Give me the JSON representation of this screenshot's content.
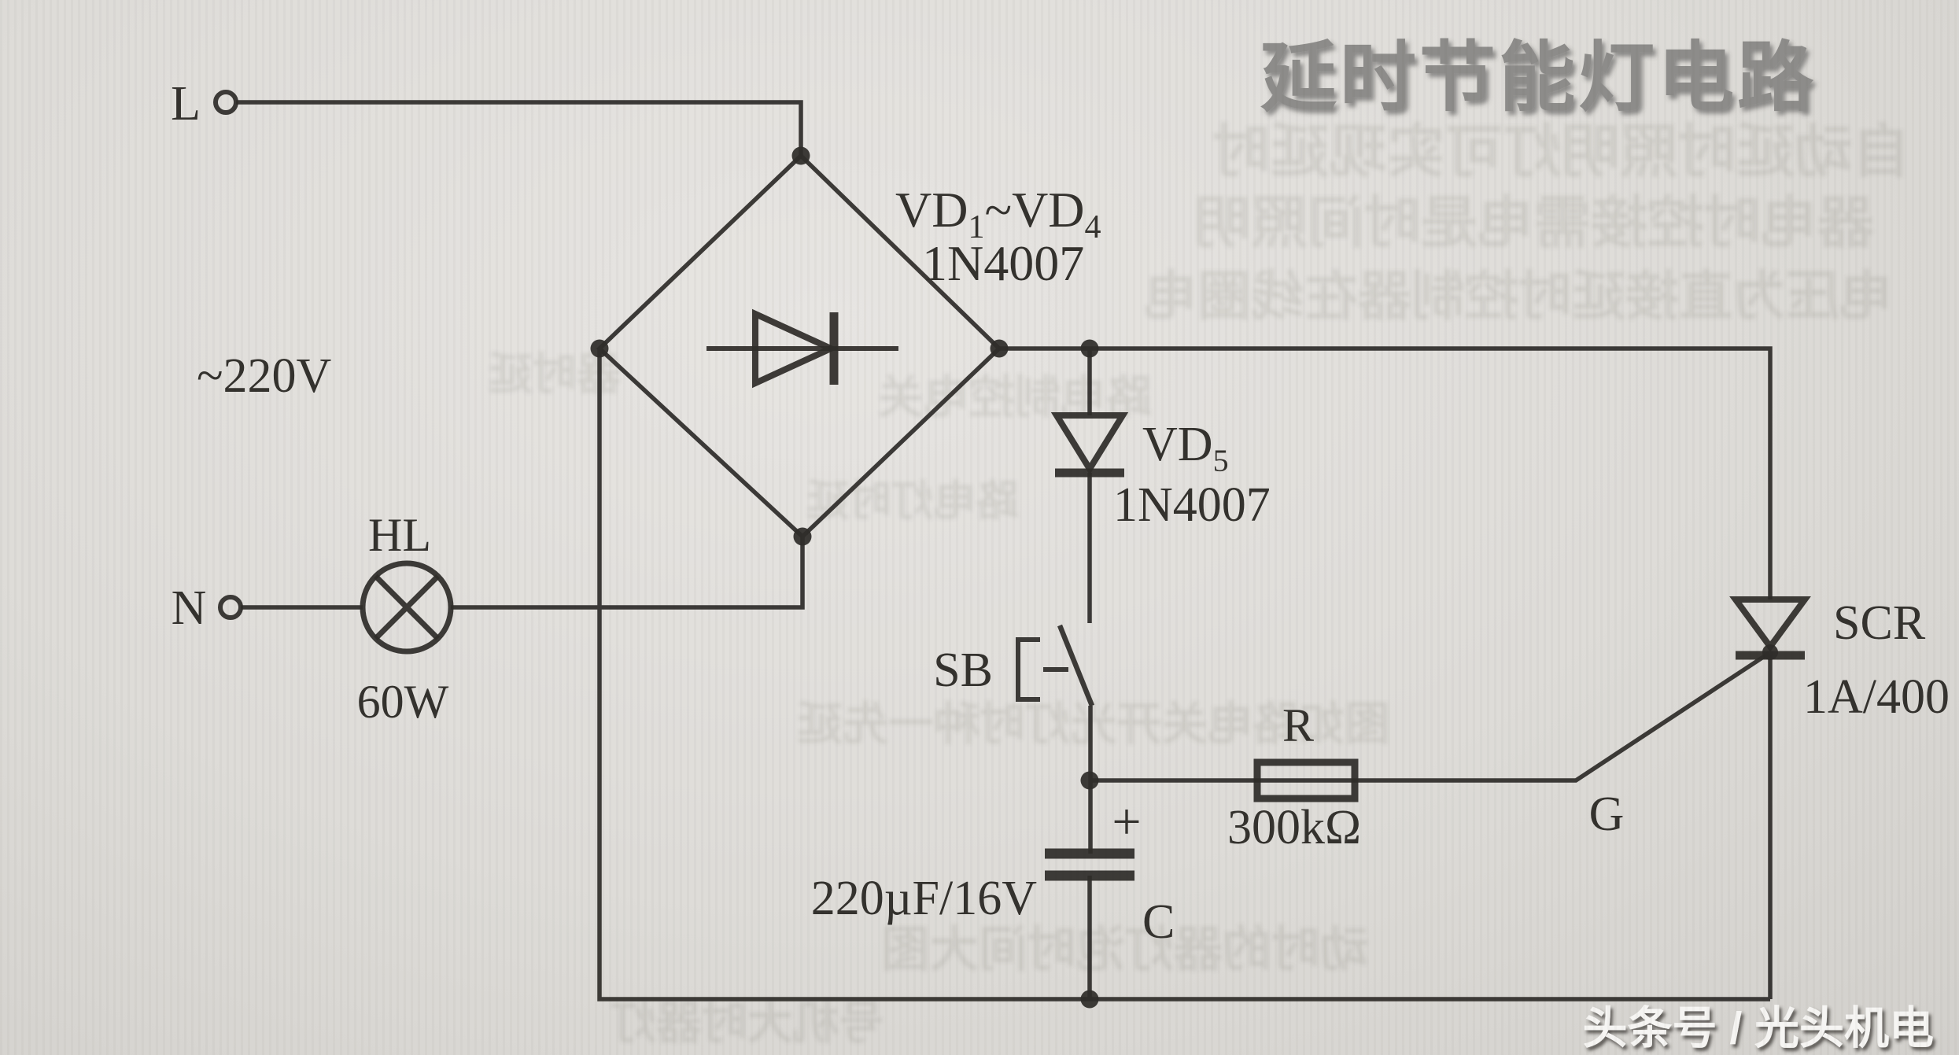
{
  "title": "延时节能灯电路",
  "watermark": "头条号 / 光头机电",
  "colors": {
    "ink": "#2f2d2a",
    "paper": "#dedcd8",
    "title_gray": "#8d8c8a",
    "watermark_white": "#f6f5f3"
  },
  "terminals": {
    "live": "L",
    "neutral": "N",
    "mains": "~220V"
  },
  "lamp": {
    "ref": "HL",
    "power": "60W"
  },
  "bridge": {
    "ref_pre": "VD",
    "ref_sub_a": "1",
    "ref_mid": "~VD",
    "ref_sub_b": "4",
    "part": "1N4007"
  },
  "vd5": {
    "ref_pre": "VD",
    "ref_sub": "5",
    "part": "1N4007"
  },
  "pushbutton": {
    "ref": "SB"
  },
  "capacitor": {
    "polarity": "+",
    "value": "220µF/16V",
    "ref": "C"
  },
  "resistor": {
    "ref": "R",
    "value": "300kΩ"
  },
  "scr": {
    "gate": "G",
    "ref": "SCR",
    "rating": "1A/400"
  },
  "bleedthrough": [
    "自动延时照明灯可实现延时",
    "器电时控接需电是时间照明",
    "电压为直接延时控制器在线圈电",
    "器时延",
    "路电制控电关",
    "路电灯时延",
    "图如路电关开光灯时种一先延",
    "动时的器灯泡时间大图",
    "号机大时器灯"
  ]
}
